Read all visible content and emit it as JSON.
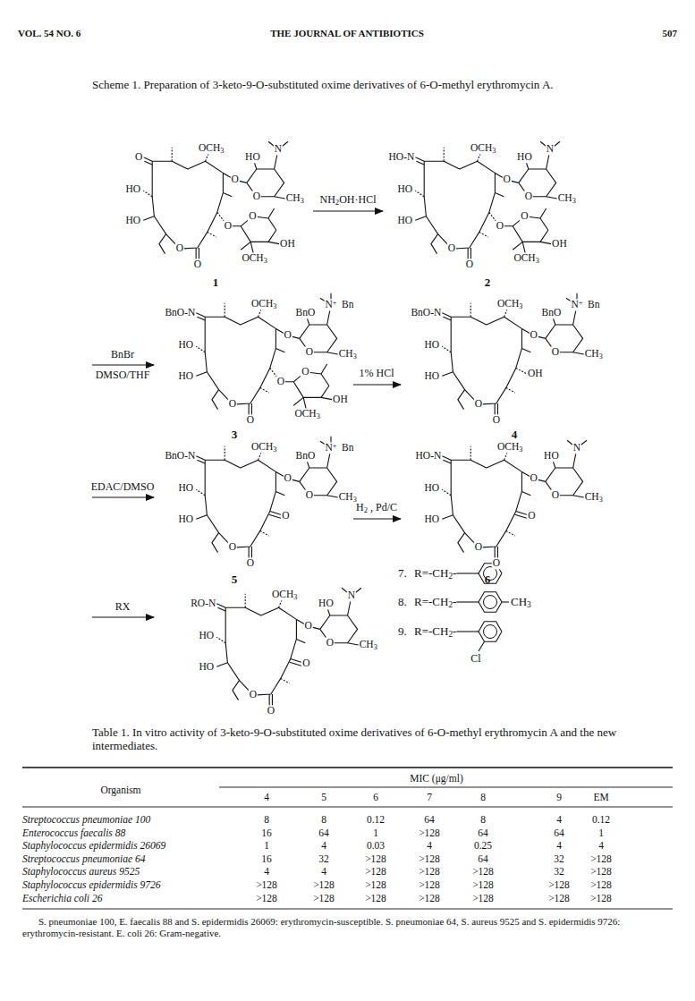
{
  "diagram": {
    "title": "Scheme 1. Preparation of 3-keto-9-O-substituted oxime derivatives of 6-O-methyl erythromycin A.",
    "labels": [
      "VOL. 54 NO. 6",
      "THE JOURNAL OF ANTIBIOTICS",
      "507",
      "O",
      "HO",
      "OCH3",
      "HO",
      "N",
      "O",
      "O",
      "CH3",
      "HO",
      "O",
      "O",
      "OH",
      "OCH3",
      "O",
      "O",
      "1",
      "NH2OH·HCl",
      "HO-N",
      "HO",
      "OCH3",
      "HO",
      "N",
      "O",
      "O",
      "CH3",
      "HO",
      "O",
      "O",
      "OH",
      "OCH3",
      "O",
      "O",
      "2",
      "BnBr",
      "DMSO/THF",
      "BnO-N",
      "HO",
      "OCH3",
      "BnO",
      "N+",
      "Bn",
      "O",
      "O",
      "CH3",
      "HO",
      "O",
      "O",
      "OH",
      "OCH3",
      "O",
      "O",
      "3",
      "1% HCl",
      "BnO-N",
      "HO",
      "OCH3",
      "BnO",
      "N+",
      "Bn",
      "O",
      "O",
      "CH3",
      "HO",
      "OH",
      "O",
      "O",
      "4",
      "EDAC/DMSO",
      "BnO-N",
      "HO",
      "OCH3",
      "BnO",
      "N+",
      "Bn",
      "O",
      "O",
      "CH3",
      "HO",
      "O",
      "O",
      "O",
      "5",
      "H2 , Pd/C",
      "HO-N",
      "HO",
      "OCH3",
      "HO",
      "N",
      "O",
      "O",
      "CH3",
      "HO",
      "O",
      "O",
      "O",
      "6",
      "RX",
      "RO-N",
      "HO",
      "OCH3",
      "HO",
      "N",
      "O",
      "O",
      "CH3",
      "HO",
      "O",
      "O",
      "O",
      "7.",
      "R=-CH2-",
      "8.",
      "R=-CH2-",
      "CH3",
      "9.",
      "R=-CH2-",
      "Cl",
      "Table 1. In vitro activity of 3-keto-9-O-substituted oxime derivatives of 6-O-methyl erythromycin A and the new intermediates.",
      "Organism",
      "MIC (μg/ml)",
      "4",
      "5",
      "6",
      "7",
      "8",
      "9",
      "EM",
      "Streptococcus pneumoniae 100",
      "8",
      "8",
      "0.12",
      "64",
      "8",
      "4",
      "0.12",
      "Enterococcus faecalis 88",
      "16",
      "64",
      "1",
      ">128",
      "64",
      "64",
      "1",
      "Staphylococcus epidermidis 26069",
      "1",
      "4",
      "0.03",
      "4",
      "0.25",
      "4",
      "4",
      "Streptococcus pneumoniae 64",
      "16",
      "32",
      ">128",
      ">128",
      "64",
      "32",
      ">128",
      "Staphylococcus aureus 9525",
      "4",
      "4",
      ">128",
      ">128",
      ">128",
      "32",
      ">128",
      "Staphylococcus epidermidis 9726",
      ">128",
      ">128",
      ">128",
      ">128",
      ">128",
      ">128",
      ">128",
      "Escherichia coli 26",
      ">128",
      ">128",
      ">128",
      ">128",
      ">128",
      ">128",
      ">128",
      "S. pneumoniae 100, E. faecalis 88 and S. epidermidis 26069: erythromycin-susceptible. S. pneumoniae 64, S. aureus 9525 and S. epidermidis 9726: erythromycin-resistant. E. coli 26: Gram-negative."
    ]
  }
}
